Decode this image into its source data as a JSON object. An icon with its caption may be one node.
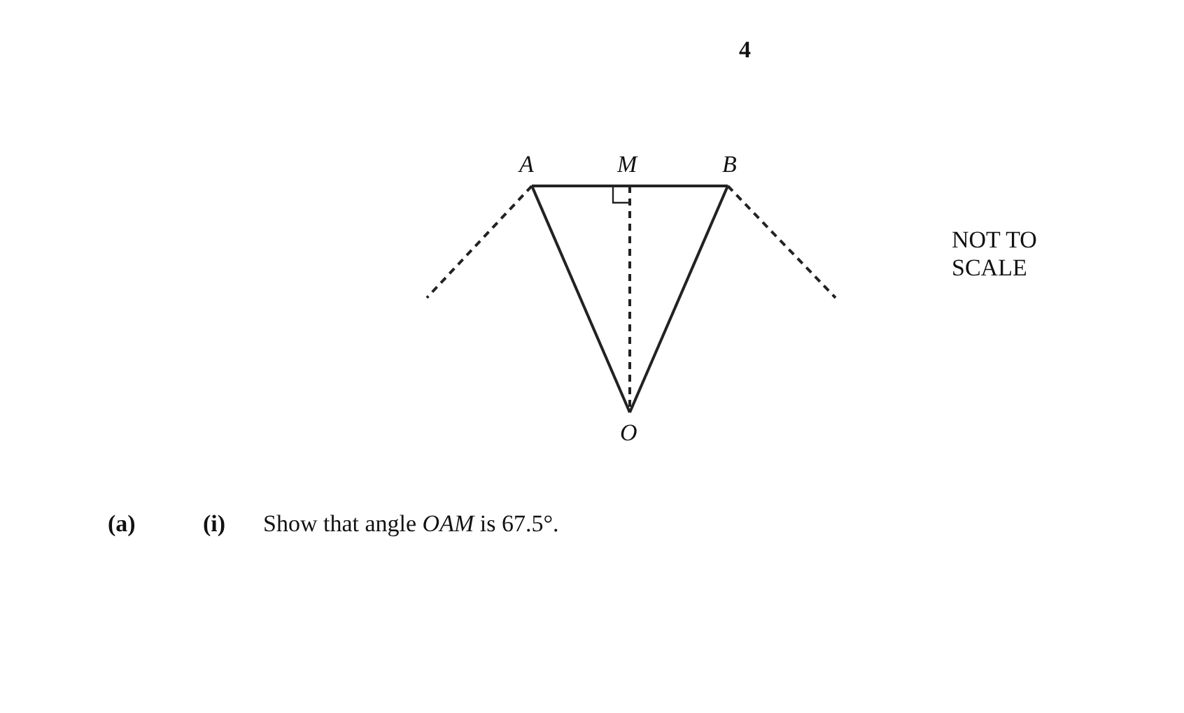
{
  "diagram": {
    "labels": [
      "4",
      "A",
      "M",
      "B",
      "O",
      "NOT TO SCALE",
      "(a)",
      "(i)",
      "Show that angle *OAM* is 67.5°."
    ]
  }
}
